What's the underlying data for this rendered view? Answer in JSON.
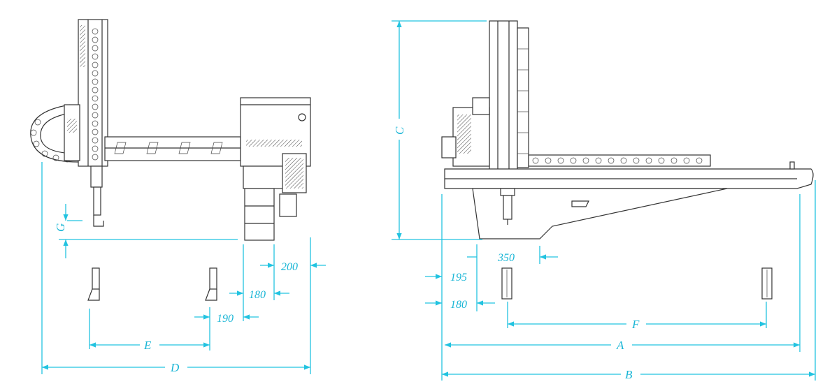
{
  "diagram": {
    "colors": {
      "dimension": "#1ab6d6",
      "line": "#333333",
      "background": "#ffffff"
    },
    "left_view": {
      "labels": {
        "G": "G",
        "E": "E",
        "D": "D",
        "d200": "200",
        "d180": "180",
        "d190": "190"
      }
    },
    "right_view": {
      "labels": {
        "C": "C",
        "A": "A",
        "B": "B",
        "F": "F",
        "d350": "350",
        "d195": "195",
        "d180": "180"
      }
    }
  }
}
